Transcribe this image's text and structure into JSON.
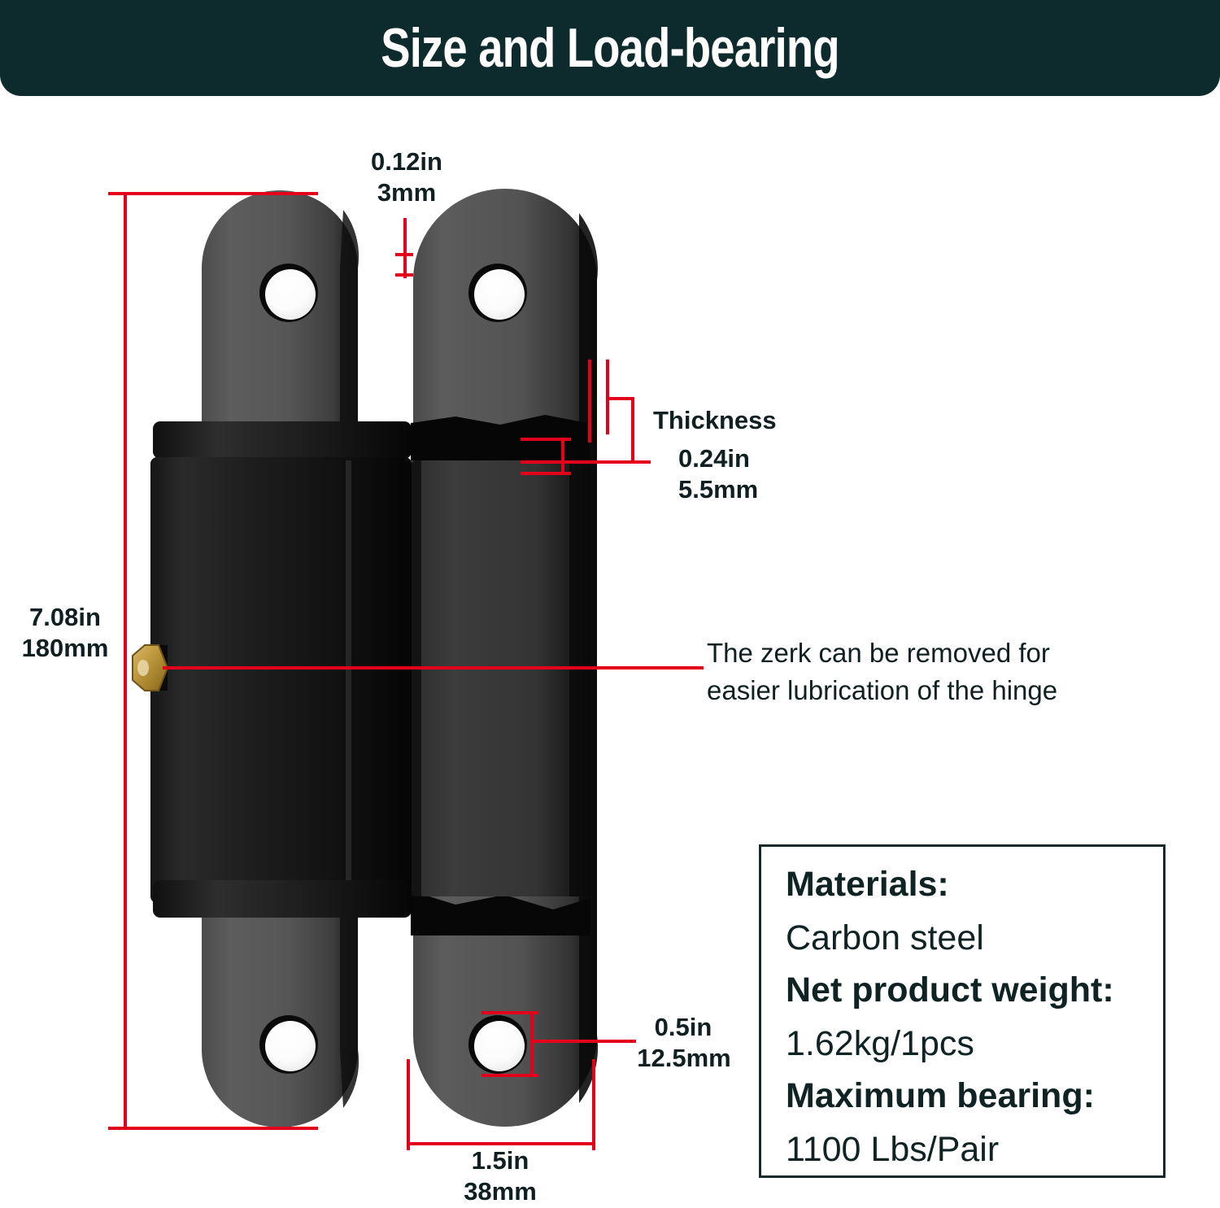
{
  "header": {
    "title": "Size and Load-bearing",
    "background_color": "#0d2b2d",
    "text_color": "#ffffff"
  },
  "annotation_color": "#e3001b",
  "text_color": "#101f21",
  "dimensions": {
    "gap": {
      "name": "plate-gap",
      "inch": "0.12in",
      "mm": "3mm"
    },
    "overall_height": {
      "name": "overall-height",
      "inch": "7.08in",
      "mm": "180mm"
    },
    "thickness": {
      "name": "plate-thickness",
      "label": "Thickness",
      "inch": "0.24in",
      "mm": "5.5mm"
    },
    "hole_diameter": {
      "name": "hole-diameter",
      "inch": "0.5in",
      "mm": "12.5mm"
    },
    "plate_width": {
      "name": "plate-width",
      "inch": "1.5in",
      "mm": "38mm"
    }
  },
  "callouts": {
    "zerk": {
      "line1": "The zerk can be removed for",
      "line2": "easier lubrication of the hinge"
    }
  },
  "spec_box": {
    "materials_label": "Materials:",
    "materials_value": "Carbon steel",
    "weight_label": "Net product weight:",
    "weight_value": "1.62kg/1pcs",
    "bearing_label": "Maximum bearing:",
    "bearing_value": "1100 Lbs/Pair"
  },
  "product": {
    "part_names": {
      "left_plate": "left-mounting-plate",
      "right_plate": "right-mounting-plate",
      "barrel": "hinge-barrel",
      "zerk": "grease-zerk-fitting"
    }
  }
}
